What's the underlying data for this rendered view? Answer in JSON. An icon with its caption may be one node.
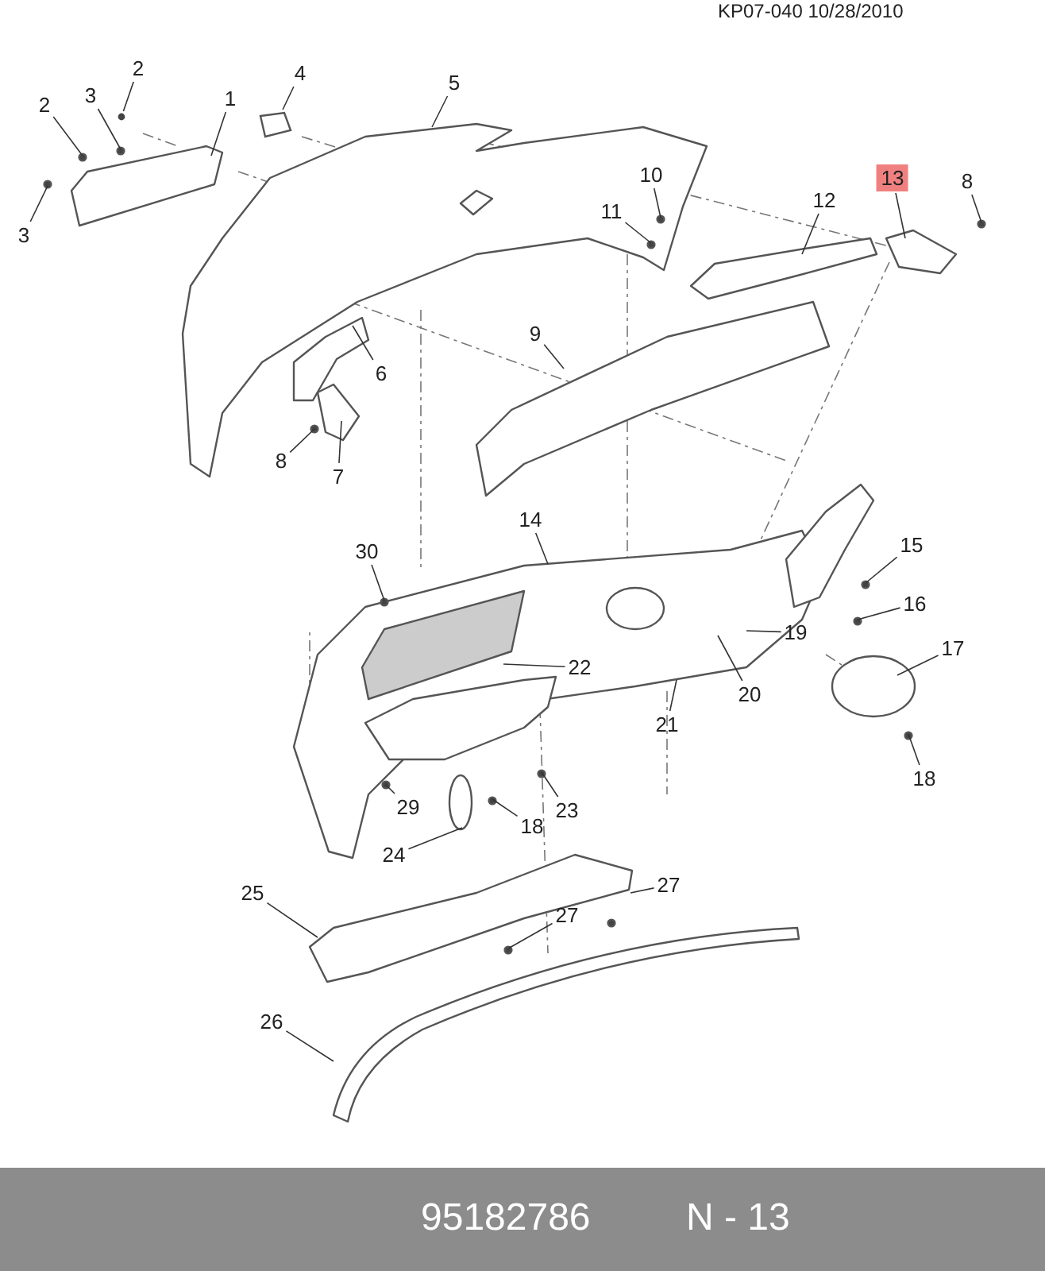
{
  "diagram": {
    "nodes": [
      {
        "text": [
          "2"
        ]
      },
      {
        "text": [
          "1"
        ]
      },
      {
        "text": [
          "4"
        ]
      },
      {
        "text": [
          "5"
        ]
      },
      {
        "text": [
          "2"
        ]
      },
      {
        "text": [
          "3"
        ]
      },
      {
        "text": [
          "10"
        ]
      },
      {
        "text": [
          "12"
        ]
      },
      {
        "text": [
          "13"
        ]
      },
      {
        "text": [
          "8"
        ]
      },
      {
        "text": [
          "11"
        ]
      },
      {
        "text": [
          "3"
        ]
      },
      {
        "text": [
          "9"
        ]
      },
      {
        "text": [
          "6"
        ]
      },
      {
        "text": [
          "8"
        ]
      },
      {
        "text": [
          "7"
        ]
      },
      {
        "text": [
          "14"
        ]
      },
      {
        "text": [
          "30"
        ]
      },
      {
        "text": [
          "15"
        ]
      },
      {
        "text": [
          "16"
        ]
      },
      {
        "text": [
          "19"
        ]
      },
      {
        "text": [
          "17"
        ]
      },
      {
        "text": [
          "22"
        ]
      },
      {
        "text": [
          "20"
        ]
      },
      {
        "text": [
          "21"
        ]
      },
      {
        "text": [
          "18"
        ]
      },
      {
        "text": [
          "29"
        ]
      },
      {
        "text": [
          "23"
        ]
      },
      {
        "text": [
          "18"
        ]
      },
      {
        "text": [
          "24"
        ]
      },
      {
        "text": [
          "25"
        ]
      },
      {
        "text": [
          "27"
        ]
      },
      {
        "text": [
          "27"
        ]
      },
      {
        "text": [
          "26"
        ]
      },
      {
        "text": [],
        "shape": "circle"
      },
      {
        "text": [],
        "shape": "picture"
      }
    ],
    "edges": [
      {
        "from": 0,
        "to": 34,
        "arrow": "none"
      },
      {
        "from": 1,
        "to": null,
        "arrow": "none"
      },
      {
        "from": 2,
        "to": 35,
        "arrow": "none"
      },
      {
        "from": 3,
        "to": null,
        "arrow": "none"
      },
      {
        "from": 4,
        "to": null,
        "arrow": "none"
      },
      {
        "from": 5,
        "to": null,
        "arrow": "none"
      },
      {
        "from": 6,
        "to": null,
        "arrow": "none"
      },
      {
        "from": 7,
        "to": null,
        "arrow": "none"
      },
      {
        "from": 8,
        "to": null,
        "arrow": "none"
      },
      {
        "from": 9,
        "to": null,
        "arrow": "none"
      },
      {
        "from": 10,
        "to": null,
        "arrow": "none"
      },
      {
        "from": 11,
        "to": null,
        "arrow": "none"
      },
      {
        "from": 12,
        "to": null,
        "arrow": "none"
      },
      {
        "from": 13,
        "to": null,
        "arrow": "none"
      },
      {
        "from": 14,
        "to": null,
        "arrow": "none"
      },
      {
        "from": 15,
        "to": null,
        "arrow": "none"
      },
      {
        "from": 16,
        "to": null,
        "arrow": "none"
      },
      {
        "from": 17,
        "to": null,
        "arrow": "none"
      },
      {
        "from": 18,
        "to": null,
        "arrow": "none"
      },
      {
        "from": 19,
        "to": null,
        "arrow": "none"
      },
      {
        "from": 20,
        "to": null,
        "arrow": "none"
      },
      {
        "from": 21,
        "to": null,
        "arrow": "none"
      },
      {
        "from": 22,
        "to": null,
        "arrow": "none"
      },
      {
        "from": 23,
        "to": null,
        "arrow": "none"
      },
      {
        "from": 24,
        "to": null,
        "arrow": "none"
      },
      {
        "from": 25,
        "to": null,
        "arrow": "none"
      },
      {
        "from": 26,
        "to": null,
        "arrow": "none"
      },
      {
        "from": 27,
        "to": null,
        "arrow": "none"
      },
      {
        "from": 28,
        "to": null,
        "arrow": "none"
      },
      {
        "from": 29,
        "to": null,
        "arrow": "none"
      },
      {
        "from": 30,
        "to": null,
        "arrow": "none"
      },
      {
        "from": 31,
        "to": null,
        "arrow": "none"
      },
      {
        "from": 32,
        "to": null,
        "arrow": "none"
      },
      {
        "from": 33,
        "to": null,
        "arrow": "none"
      }
    ],
    "labels": [
      "KP07-040 10/28/2010",
      "95182786",
      "N - 13"
    ]
  }
}
